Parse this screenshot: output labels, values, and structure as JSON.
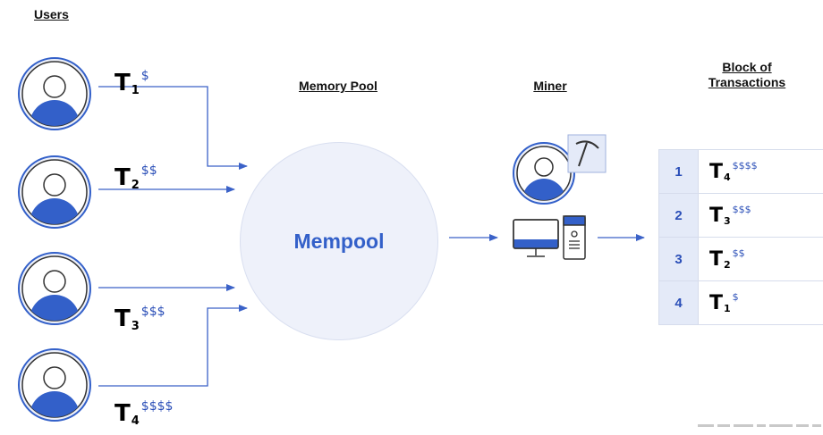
{
  "users": {
    "heading": "Users",
    "transactions": [
      {
        "letter": "T",
        "index": "1",
        "fee": "$"
      },
      {
        "letter": "T",
        "index": "2",
        "fee": "$$"
      },
      {
        "letter": "T",
        "index": "3",
        "fee": "$$$"
      },
      {
        "letter": "T",
        "index": "4",
        "fee": "$$$$"
      }
    ]
  },
  "memory_pool": {
    "heading": "Memory Pool",
    "label": "Mempool"
  },
  "miner": {
    "heading": "Miner",
    "icons": [
      "user-avatar-icon",
      "pickaxe-icon",
      "desktop-computer-icon"
    ]
  },
  "block": {
    "heading_line1": "Block of",
    "heading_line2": "Transactions",
    "rows": [
      {
        "num": "1",
        "letter": "T",
        "index": "4",
        "fee": "$$$$"
      },
      {
        "num": "2",
        "letter": "T",
        "index": "3",
        "fee": "$$$"
      },
      {
        "num": "3",
        "letter": "T",
        "index": "2",
        "fee": "$$"
      },
      {
        "num": "4",
        "letter": "T",
        "index": "1",
        "fee": "$"
      }
    ]
  },
  "colors": {
    "accent": "#3360c9",
    "arrow": "#3b62c8",
    "avatar_ring": "#3360c9",
    "pool_fill": "#eef1fa",
    "row_number_fill": "#e4eaf8"
  }
}
